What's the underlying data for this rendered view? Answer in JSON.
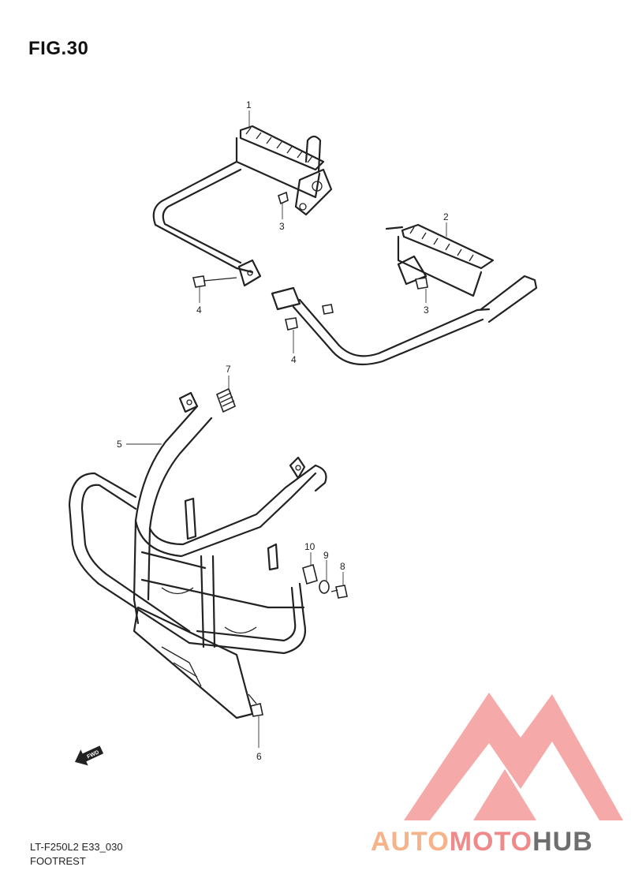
{
  "figure": {
    "title": "FIG.30"
  },
  "footer": {
    "model_code": "LT-F250L2 E33_030",
    "section_name": "FOOTREST"
  },
  "direction_arrow": {
    "label": "FWD"
  },
  "watermark": {
    "part1": "AUTO",
    "part2": "MOTO",
    "part3": "HUB",
    "colors": {
      "auto": "#f6b38a",
      "moto": "#f08a8a",
      "hub": "#6e6e6e",
      "triangle": "#f4a0a0"
    }
  },
  "callouts": [
    {
      "id": "c1",
      "label": "1"
    },
    {
      "id": "c2",
      "label": "2"
    },
    {
      "id": "c3a",
      "label": "3"
    },
    {
      "id": "c3b",
      "label": "3"
    },
    {
      "id": "c4a",
      "label": "4"
    },
    {
      "id": "c4b",
      "label": "4"
    },
    {
      "id": "c5",
      "label": "5"
    },
    {
      "id": "c6",
      "label": "6"
    },
    {
      "id": "c7",
      "label": "7"
    },
    {
      "id": "c8",
      "label": "8"
    },
    {
      "id": "c9",
      "label": "9"
    },
    {
      "id": "c10",
      "label": "10"
    }
  ]
}
